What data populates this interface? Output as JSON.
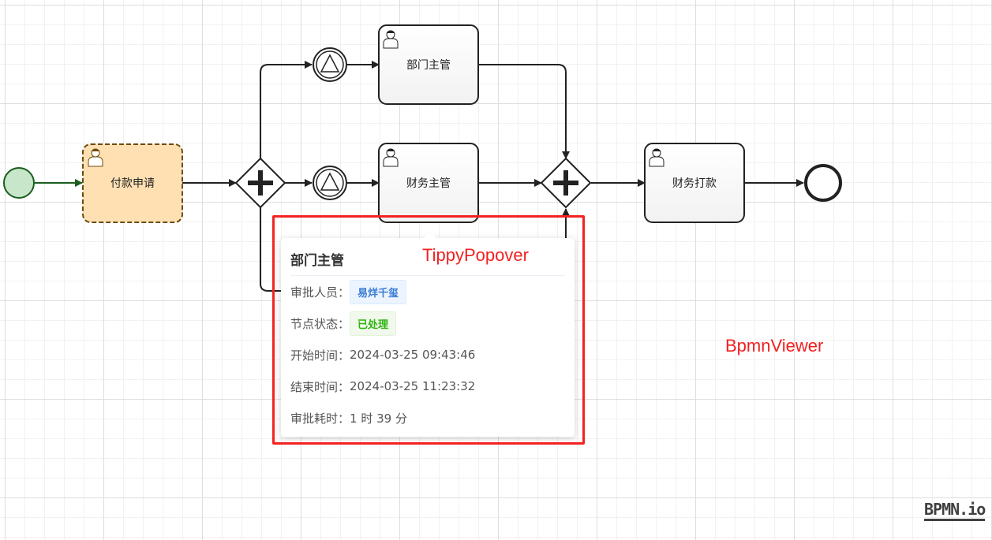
{
  "diagram": {
    "tasks": {
      "apply": "付款申请",
      "dept_manager": "部门主管",
      "finance_manager": "财务主管",
      "finance_pay": "财务打款"
    }
  },
  "popover": {
    "title": "部门主管",
    "rows": [
      {
        "label": "审批人员：",
        "value": "易烊千玺",
        "tag": "blue"
      },
      {
        "label": "节点状态：",
        "value": "已处理",
        "tag": "green"
      },
      {
        "label": "开始时间：",
        "value": "2024-03-25 09:43:46"
      },
      {
        "label": "结束时间：",
        "value": "2024-03-25 11:23:32"
      },
      {
        "label": "审批耗时：",
        "value": "1 时 39 分"
      }
    ]
  },
  "annotations": {
    "popover_label": "TippyPopover",
    "viewer_label": "BpmnViewer"
  },
  "watermark": "BPMN.io",
  "colors": {
    "start_fill": "#c8e6c9",
    "start_stroke": "#1b5e20",
    "active_task_fill": "#ffe0b2",
    "active_task_stroke": "#6d4c0f",
    "annotation_red": "#f42222"
  }
}
